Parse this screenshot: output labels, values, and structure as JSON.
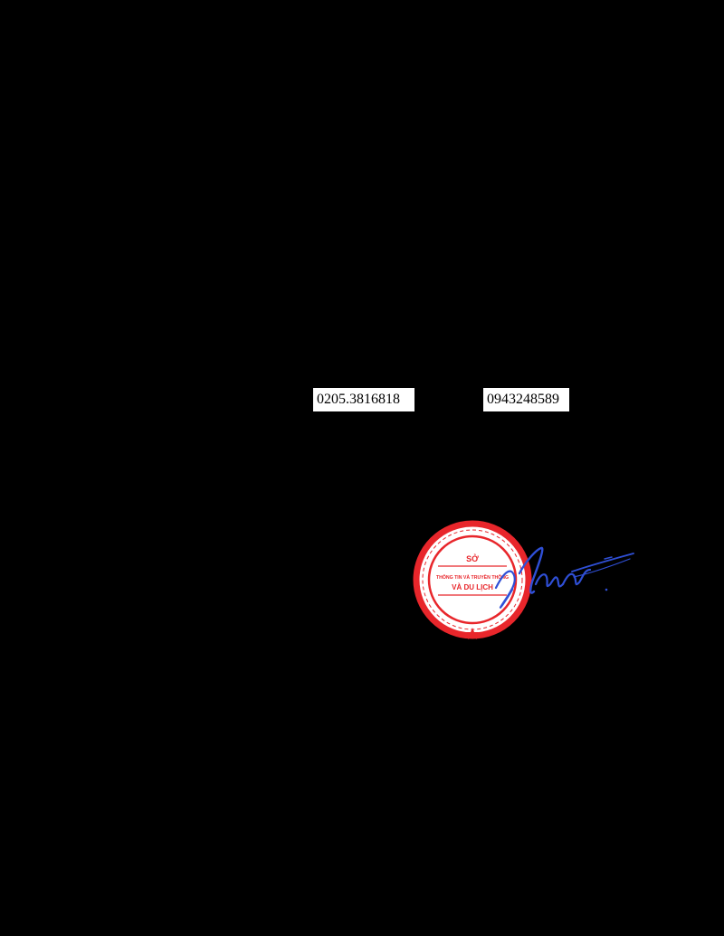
{
  "contacts": {
    "office_phone": "0205.3816818",
    "mobile_phone": "0943248589"
  },
  "seal": {
    "center_top": "SỞ",
    "center_line1": "THÔNG TIN VÀ TRUYỀN THÔNG",
    "center_line2": "VÀ DU LỊCH",
    "color": "#e8262b"
  },
  "signature": {
    "color": "#2f4fd6"
  },
  "colors": {
    "background": "#000000",
    "text_box": "#ffffff"
  }
}
